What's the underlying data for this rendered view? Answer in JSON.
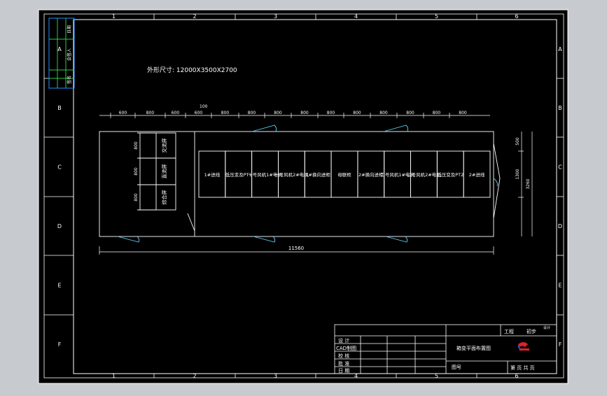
{
  "drawing": {
    "overall_size_label": "外形尺寸: 12000X3500X2700",
    "zone_numbers": [
      "1",
      "2",
      "3",
      "4",
      "5",
      "6"
    ],
    "zone_letters": [
      "A",
      "B",
      "C",
      "D",
      "E",
      "F"
    ],
    "total_length_dim": "11560",
    "top_dims": [
      "600",
      "800",
      "600",
      "600",
      "800",
      "800",
      "800",
      "800",
      "800",
      "800",
      "800",
      "800",
      "800",
      "800"
    ],
    "small_dim": "100",
    "right_dims": [
      "500",
      "1300",
      "3260"
    ],
    "left_dims": [
      "800",
      "800",
      "800"
    ],
    "side_rooms": [
      "交流屏",
      "直流屏",
      "综合屏"
    ],
    "cabinets": [
      "1#进线",
      "低压变及PT1",
      "一号风机1#电机",
      "一号风机2#电机",
      "1#换向进柜",
      "母联柜",
      "2#换向进柜",
      "二号风机1#电机",
      "二号风机2#电机",
      "低压变及PT2",
      "2#进线"
    ],
    "title_block": {
      "rows": [
        "设 计",
        "CAD制图",
        "校 核",
        "批 准",
        "日 期"
      ],
      "project_label": "工程",
      "stage_label": "初步",
      "stage_sub": "设计",
      "drawing_title": "箱变平面布置图",
      "drawing_no_label": "图号",
      "sheet_label": "第 页 共 页"
    },
    "side_tab_labels": [
      "日期",
      "签名",
      "会签人"
    ]
  }
}
